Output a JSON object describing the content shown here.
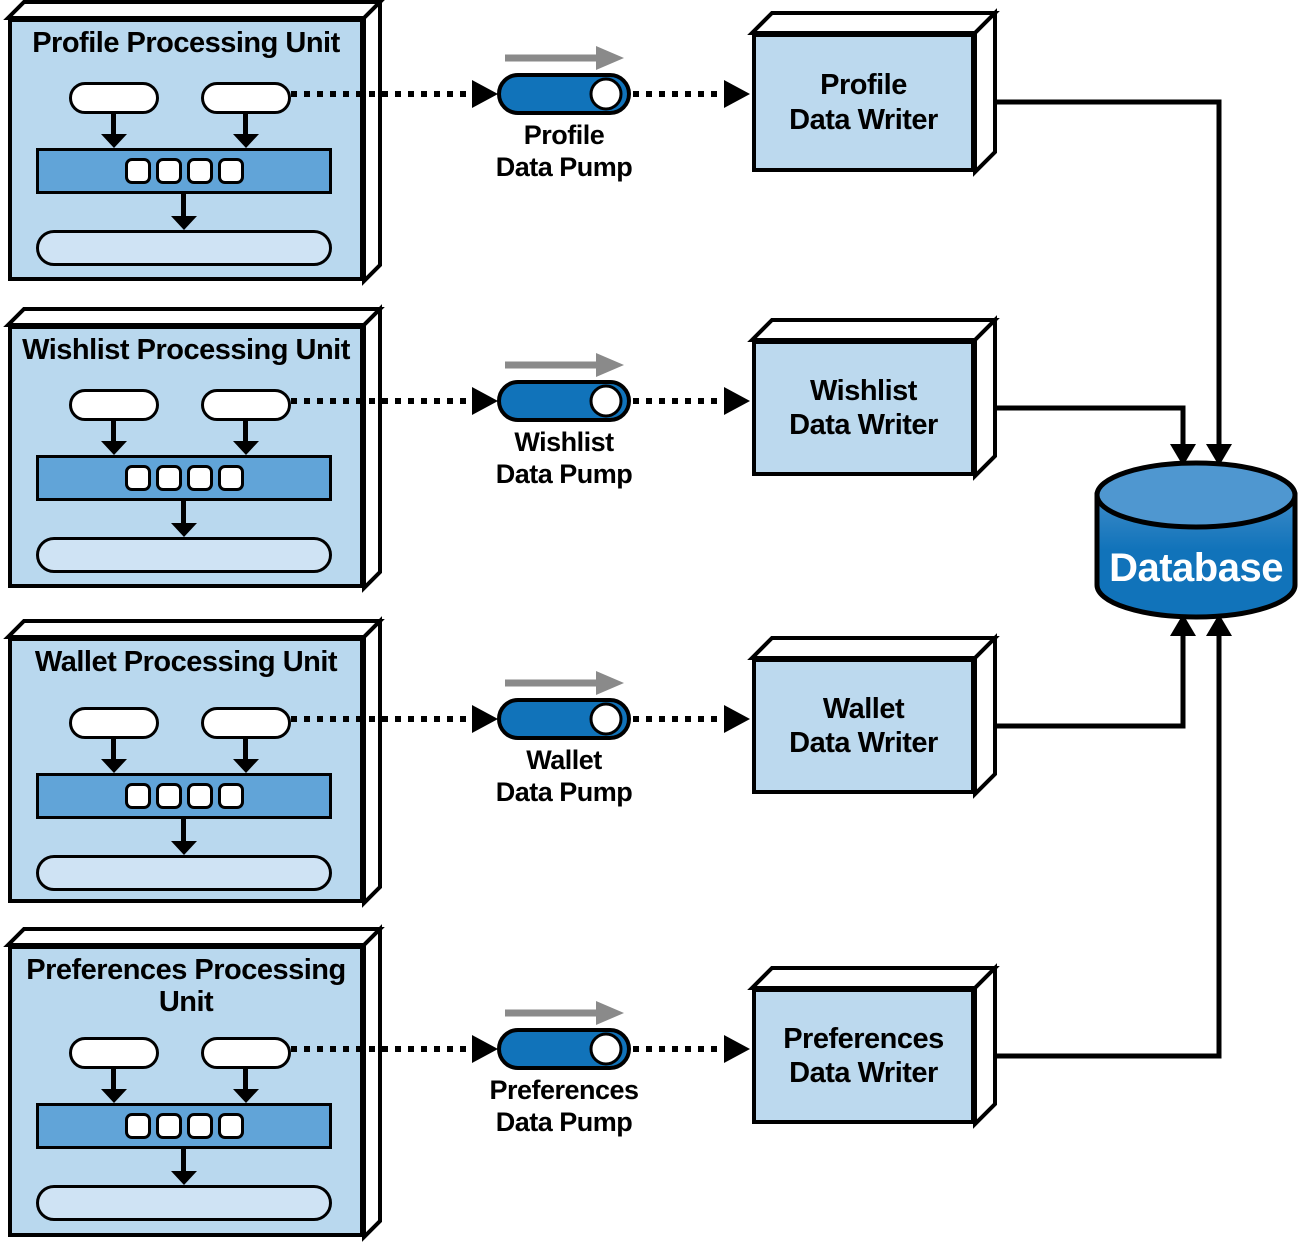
{
  "rows": [
    {
      "unit_title": "Profile Processing Unit",
      "pump_line1": "Profile",
      "pump_line2": "Data Pump",
      "writer_line1": "Profile",
      "writer_line2": "Data Writer"
    },
    {
      "unit_title": "Wishlist Processing Unit",
      "pump_line1": "Wishlist",
      "pump_line2": "Data Pump",
      "writer_line1": "Wishlist",
      "writer_line2": "Data Writer"
    },
    {
      "unit_title": "Wallet Processing Unit",
      "pump_line1": "Wallet",
      "pump_line2": "Data Pump",
      "writer_line1": "Wallet",
      "writer_line2": "Data Writer"
    },
    {
      "unit_title": "Preferences Processing Unit",
      "pump_line1": "Preferences",
      "pump_line2": "Data Pump",
      "writer_line1": "Preferences",
      "writer_line2": "Data Writer"
    }
  ],
  "database": {
    "label": "Database"
  },
  "icons": {
    "flow_arrow": "gray right-arrow above each data pump",
    "down_arrow": "black down-arrow inside processing units",
    "dotted_arrow": "black dotted arrow connector",
    "cylinder": "data pump / database cylinder"
  },
  "colors": {
    "unit_face": "#b9d8ee",
    "writer_face": "#bcd9ee",
    "inner_bar": "#61a4d8",
    "cache_bar": "#cfe3f4",
    "pump_blue": "#1173ba",
    "database_body": "#1173ba",
    "database_top": "#4f97d0",
    "flow_arrow_gray": "#8a8a8a",
    "outline": "#000000"
  }
}
